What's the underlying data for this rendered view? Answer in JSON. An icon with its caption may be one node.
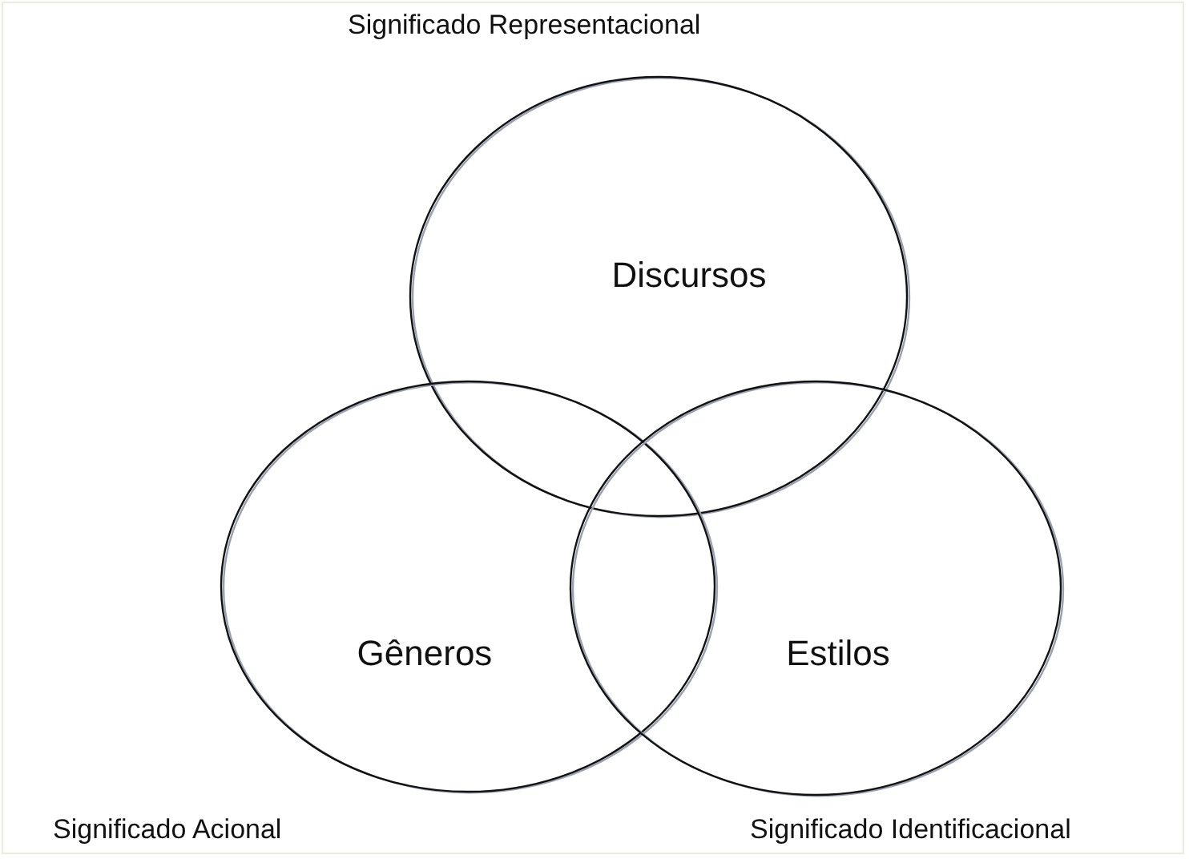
{
  "diagram": {
    "nodes": [
      {
        "text": [
          "Discursos"
        ],
        "beside": [
          "Significado Representacional"
        ]
      },
      {
        "text": [
          "Gêneros"
        ],
        "beside": [
          "Significado Acional"
        ]
      },
      {
        "text": [
          "Estilos"
        ],
        "beside": [
          "Significado Identificacional"
        ]
      }
    ],
    "edges": []
  }
}
